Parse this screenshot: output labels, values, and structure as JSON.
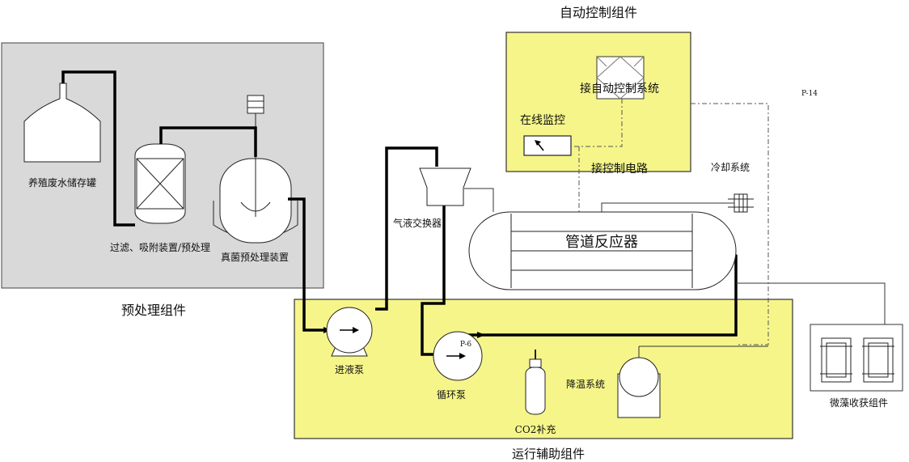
{
  "colors": {
    "pretreat_bg": "#d9d9d9",
    "yellow_bg": "#f5f58a",
    "pipe": "#000000"
  },
  "groups": {
    "pretreat": "预处理组件",
    "control": "自动控制组件",
    "aux": "运行辅助组件",
    "harvest": "微藻收获组件"
  },
  "labels": {
    "storage_tank": "养殖废水储存罐",
    "filter": "过滤、吸附装置/预处理",
    "sterilizer": "真菌预处理装置",
    "gas_exchanger": "气液交换器",
    "reactor": "管道反应器",
    "auto_system": "接自动控制系统",
    "online_monitor": "在线监控",
    "control_circuit": "接控制电路",
    "cooling_system": "冷却系统",
    "p14": "P-14",
    "feed_pump": "进液泵",
    "circ_pump": "循环泵",
    "p6": "P-6",
    "co2": "CO2补充",
    "temp_system": "降温系统"
  },
  "icons": {
    "monitor": "arrow-cursor-icon"
  }
}
